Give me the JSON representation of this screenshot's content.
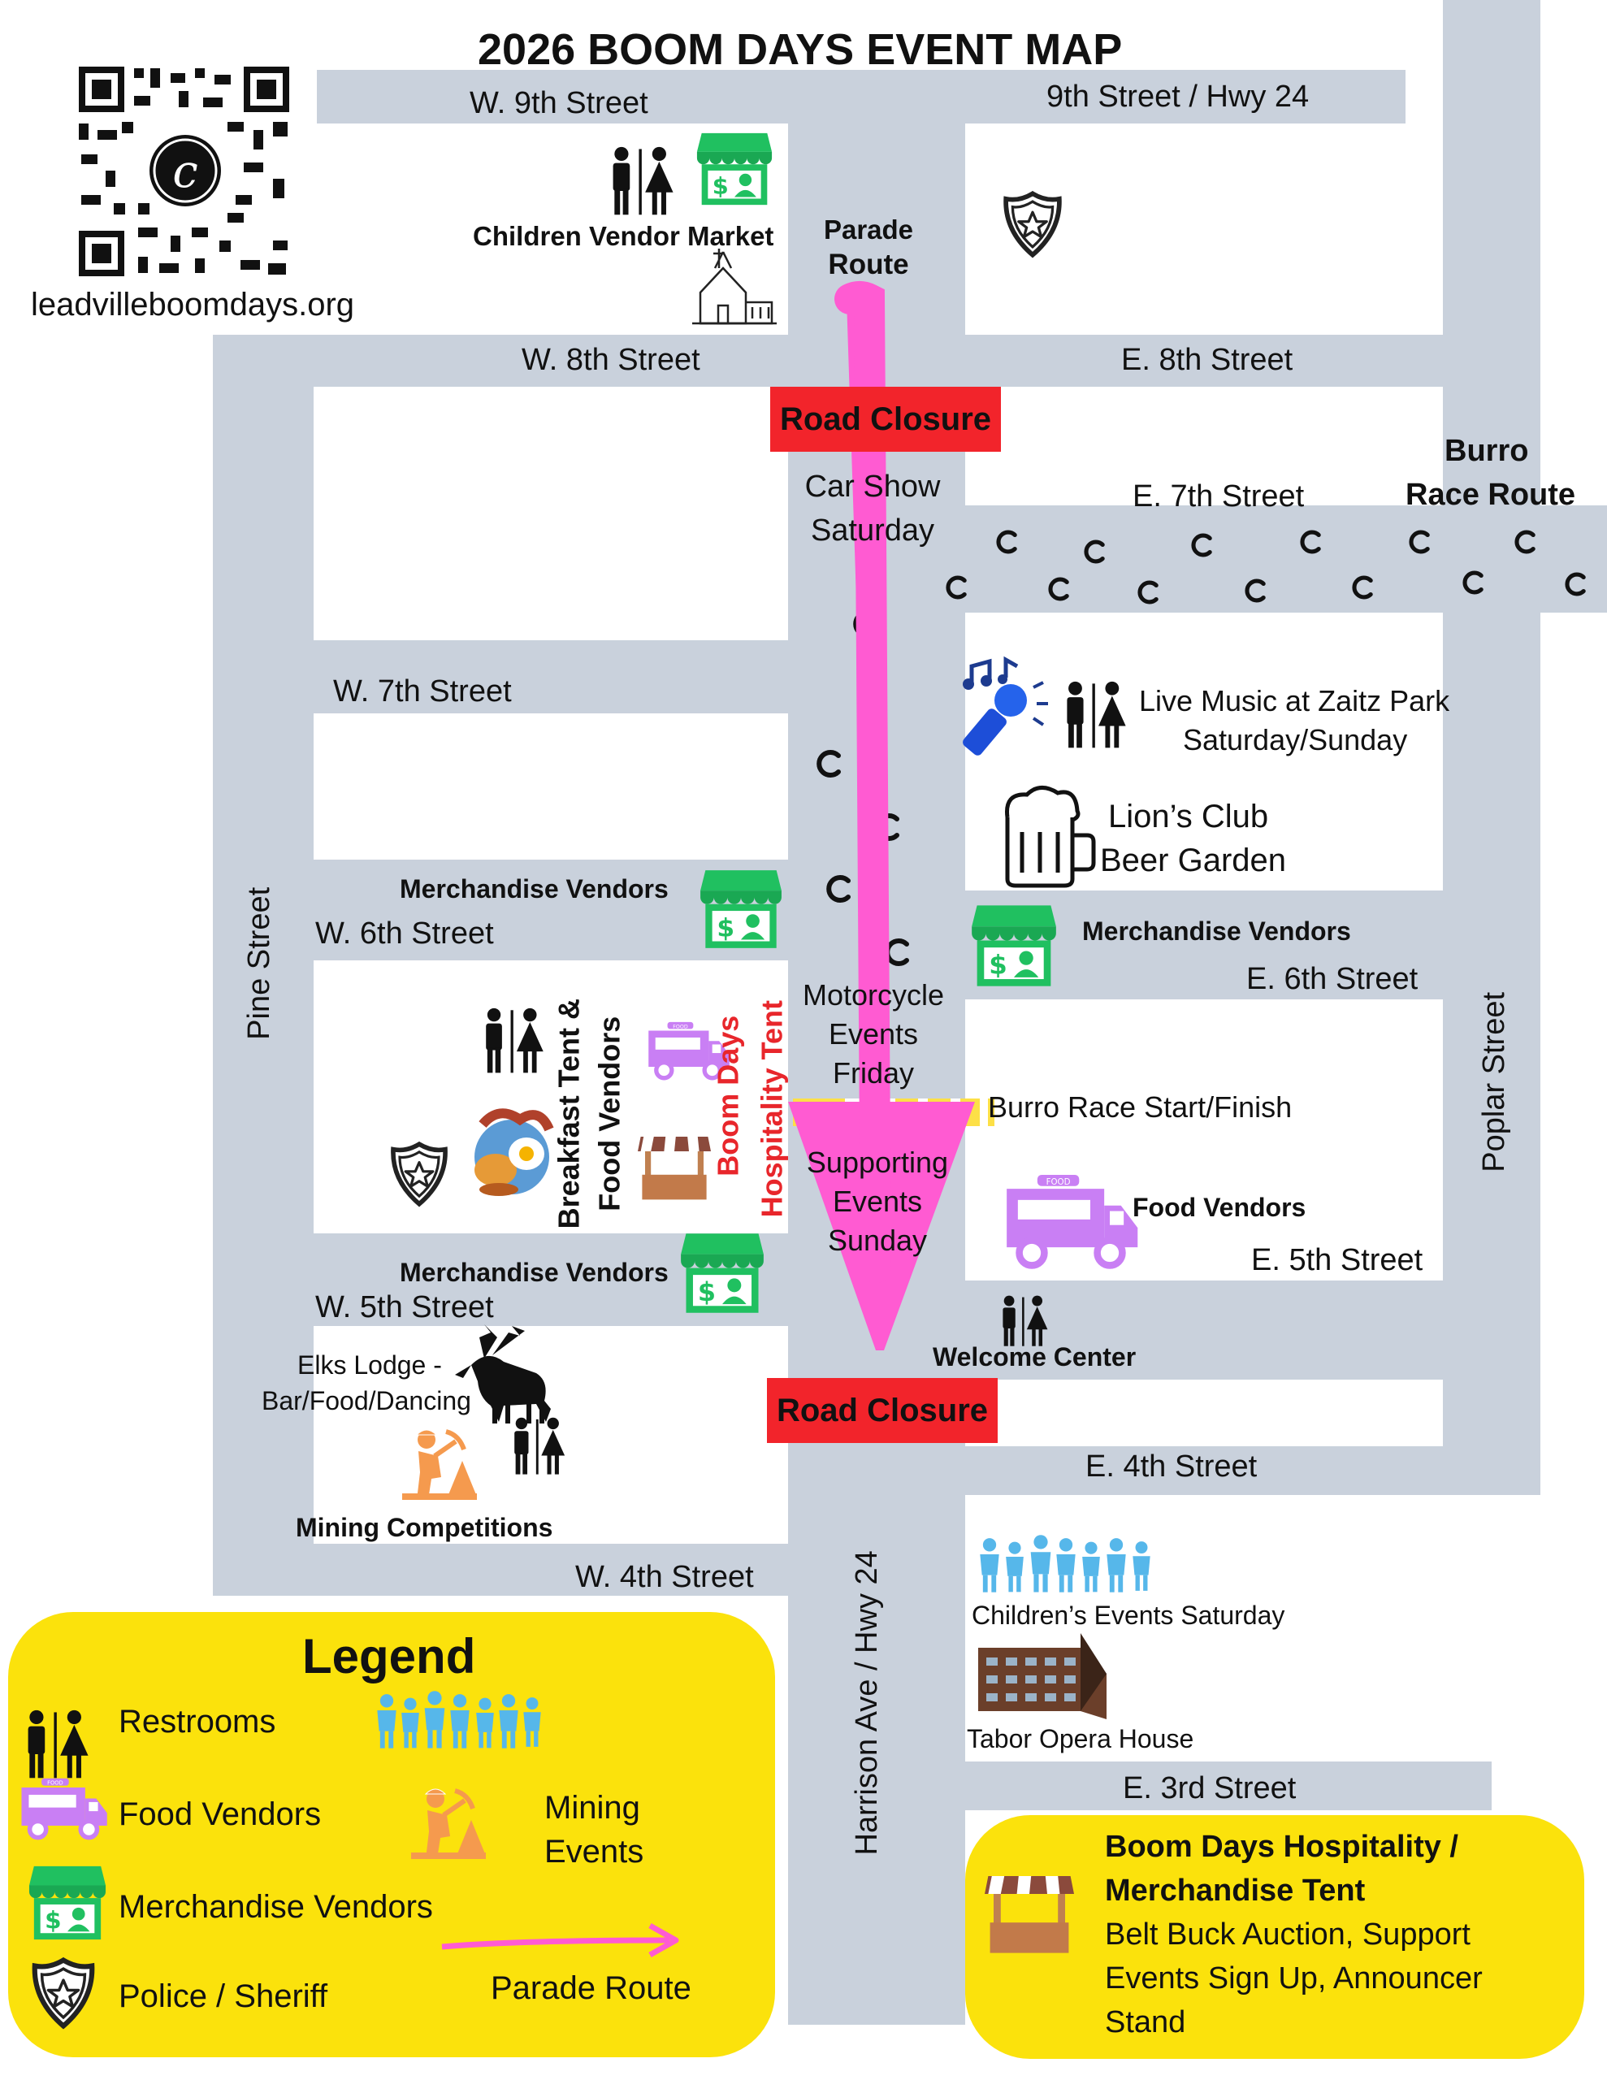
{
  "title": "2026 BOOM DAYS EVENT MAP",
  "website": "leadvilleboomdays.org",
  "streets": {
    "w9th": "W. 9th Street",
    "hwy24_9th": "9th Street / Hwy 24",
    "w8th": "W. 8th Street",
    "e8th": "E. 8th Street",
    "e7th": "E. 7th Street",
    "w7th": "W. 7th Street",
    "w6th": "W. 6th Street",
    "e6th": "E. 6th Street",
    "e5th": "E. 5th Street",
    "w5th": "W. 5th Street",
    "e4th": "E. 4th Street",
    "w4th": "W. 4th Street",
    "e3rd": "E. 3rd Street",
    "pine": "Pine Street",
    "poplar": "Poplar Street",
    "harrison": "Harrison Ave / Hwy 24"
  },
  "labels": {
    "children_vendor_market": "Children Vendor Market",
    "parade_route_1": "Parade",
    "parade_route_2": "Route",
    "road_closure": "Road Closure",
    "car_show_1": "Car Show",
    "car_show_2": "Saturday",
    "burro_race_route_1": "Burro",
    "burro_race_route_2": "Race Route",
    "live_music_1": "Live Music at Zaitz Park",
    "live_music_2": "Saturday/Sunday",
    "lions_club_1": "Lion’s Club",
    "lions_club_2": "Beer Garden",
    "merchandise_vendors": "Merchandise Vendors",
    "motorcycle_1": "Motorcycle",
    "motorcycle_2": "Events",
    "motorcycle_3": "Friday",
    "burro_start_finish": "Burro Race Start/Finish",
    "breakfast_tent": "Breakfast Tent &",
    "food_vendors_vertical": "Food Vendors",
    "boom_days": "Boom Days",
    "hospitality_tent": "Hospitality Tent",
    "supporting_1": "Supporting",
    "supporting_2": "Events",
    "supporting_3": "Sunday",
    "food_vendors": "Food Vendors",
    "welcome_center": "Welcome Center",
    "elks_1": "Elks Lodge -",
    "elks_2": "Bar/Food/Dancing",
    "mining_competitions": "Mining  Competitions",
    "childrens_events": "Children’s Events Saturday",
    "tabor_opera": "Tabor Opera House"
  },
  "legend": {
    "title": "Legend",
    "restrooms": "Restrooms",
    "food_vendors": "Food Vendors",
    "merchandise_vendors": "Merchandise Vendors",
    "police": "Police / Sheriff",
    "mining_1": "Mining",
    "mining_2": "Events",
    "parade_route": "Parade Route"
  },
  "hospitality_box": {
    "title_1": "Boom Days  Hospitality /",
    "title_2": "Merchandise Tent",
    "line_1": "Belt Buck Auction, Support",
    "line_2": "Events Sign Up, Announcer",
    "line_3": "Stand"
  },
  "colors": {
    "road": "#c9d1dc",
    "parade": "#ff5bd2",
    "closure": "#f2242b",
    "yellow": "#fbe20c",
    "green": "#22c55e",
    "purple": "#c084fc",
    "kids_blue": "#56b7ea",
    "mining_orange": "#f59a4e",
    "red_text": "#e8262b"
  },
  "icons": [
    "qr-code-icon",
    "restroom-icon",
    "merchandise-vendor-icon",
    "church-icon",
    "police-badge-icon",
    "horseshoe-icon",
    "music-microphone-icon",
    "beer-mug-icon",
    "food-truck-icon",
    "breakfast-plate-icon",
    "hospitality-tent-icon",
    "elk-icon",
    "miner-icon",
    "children-icon",
    "opera-house-icon",
    "parade-arrow-icon"
  ]
}
